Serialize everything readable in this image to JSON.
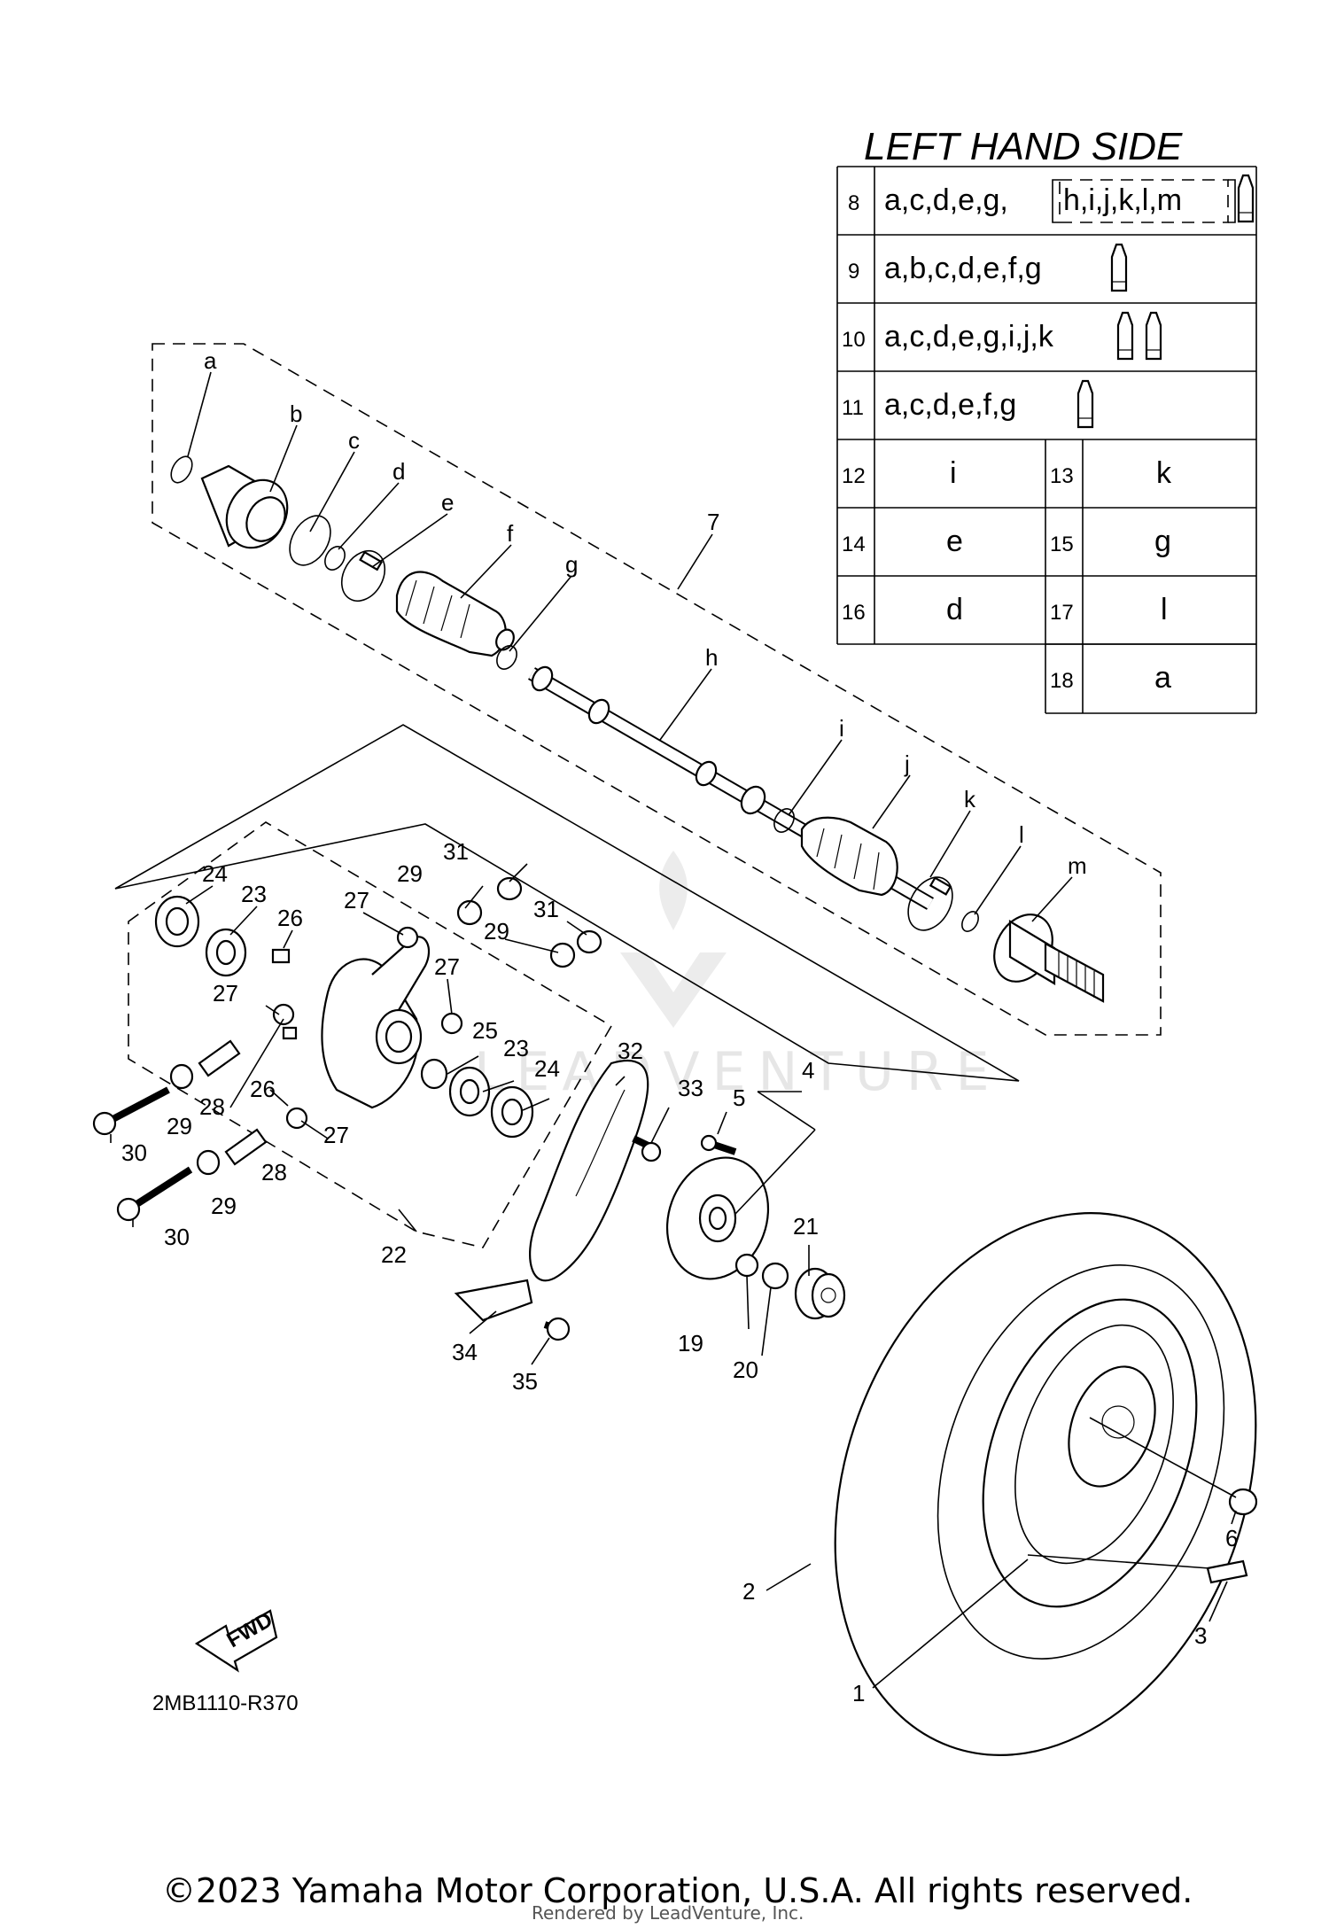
{
  "table": {
    "title": "LEFT HAND SIDE",
    "rows": [
      {
        "num": "8",
        "parts": "a,c,d,e,g,",
        "boxed": "h,i,j,k,l,m"
      },
      {
        "num": "9",
        "parts": "a,b,c,d,e,f,g"
      },
      {
        "num": "10",
        "parts": "a,c,d,e,g,i,j,k"
      },
      {
        "num": "11",
        "parts": "a,c,d,e,f,g"
      }
    ],
    "pairs": [
      {
        "n1": "12",
        "v1": "i",
        "n2": "13",
        "v2": "k"
      },
      {
        "n1": "14",
        "v1": "e",
        "n2": "15",
        "v2": "g"
      },
      {
        "n1": "16",
        "v1": "d",
        "n2": "17",
        "v2": "l"
      },
      {
        "n2": "18",
        "v2": "a"
      }
    ]
  },
  "shaft_letters": {
    "a": "a",
    "b": "b",
    "c": "c",
    "d": "d",
    "e": "e",
    "f": "f",
    "g": "g",
    "h": "h",
    "i": "i",
    "j": "j",
    "k": "k",
    "l": "l",
    "m": "m"
  },
  "callouts": {
    "c1": "1",
    "c2": "2",
    "c3": "3",
    "c4": "4",
    "c5": "5",
    "c6": "6",
    "c7": "7",
    "c19": "19",
    "c20": "20",
    "c21": "21",
    "c22": "22",
    "c23a": "23",
    "c23b": "23",
    "c24a": "24",
    "c24b": "24",
    "c25": "25",
    "c26a": "26",
    "c26b": "26",
    "c27a": "27",
    "c27b": "27",
    "c27c": "27",
    "c27d": "27",
    "c28a": "28",
    "c28b": "28",
    "c29a": "29",
    "c29b": "29",
    "c29c": "29",
    "c29d": "29",
    "c30a": "30",
    "c30b": "30",
    "c31a": "31",
    "c31b": "31",
    "c32": "32",
    "c33": "33",
    "c34": "34",
    "c35": "35"
  },
  "fwd_label": "FWD",
  "diagram_code": "2MB1110-R370",
  "watermark": "LEADVENTURE",
  "copyright": "©2023 Yamaha Motor Corporation, U.S.A. All rights reserved.",
  "rendered_by": "Rendered by LeadVenture, Inc."
}
